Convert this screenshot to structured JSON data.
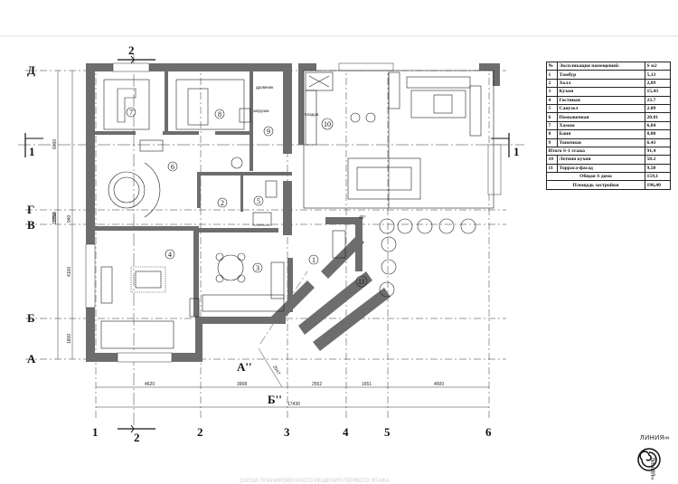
{
  "axes": {
    "letters": [
      "Д",
      "Г",
      "В",
      "Б",
      "А"
    ],
    "numbers": [
      "1",
      "2",
      "3",
      "4",
      "5",
      "6"
    ]
  },
  "section_marks": {
    "top": "2",
    "bottom": "2",
    "left": "1",
    "right": "1",
    "a_prime": "А''",
    "b_prime": "Б''"
  },
  "dims": {
    "left": [
      "6000",
      "1250",
      "940",
      "4100",
      "1800",
      "12590"
    ],
    "bottom": [
      "4620",
      "3908",
      "2552",
      "1651",
      "4500",
      "17430"
    ],
    "angle": "45°",
    "diag": "2047"
  },
  "labels": {
    "drainage": "дровяник",
    "loading": "загрузка",
    "pantry": "Кладов"
  },
  "rooms": [
    "1",
    "2",
    "3",
    "4",
    "5",
    "6",
    "7",
    "8",
    "9",
    "10",
    "11"
  ],
  "table": {
    "header": {
      "num": "№",
      "name": "Экспликация помещений:",
      "area": "S м2"
    },
    "rows": [
      {
        "num": "1",
        "name": "Тамбур",
        "area": "5,13"
      },
      {
        "num": "2",
        "name": "Холл",
        "area": "2,89"
      },
      {
        "num": "3",
        "name": "Кухня",
        "area": "15,43"
      },
      {
        "num": "4",
        "name": "Гостиная",
        "area": "23.7"
      },
      {
        "num": "5",
        "name": "Санузел",
        "area": "2.09"
      },
      {
        "num": "6",
        "name": "Помывочная",
        "area": "20.81"
      },
      {
        "num": "7",
        "name": "Хамам",
        "area": "6,84"
      },
      {
        "num": "8",
        "name": "Баня",
        "area": "8,08"
      },
      {
        "num": "9",
        "name": "Топочная",
        "area": "6.43"
      }
    ],
    "total_floor": {
      "label": "Итого S-1 этажа",
      "area": "91,4"
    },
    "extra_rows": [
      {
        "num": "10",
        "name": "Летняя кухня",
        "area": "58.2"
      },
      {
        "num": "11",
        "name": "Торраса-фасад",
        "area": "9,50"
      }
    ],
    "total_house": {
      "label": "Общая S дома",
      "area": "159,1"
    },
    "built_area": {
      "label": "Площадь застройки",
      "area": "196,40"
    }
  },
  "logo": {
    "text": "ЛИНИЯ∞",
    "text2": "ЛИНИЯ∞"
  },
  "footer": "СХЕМА ПЛАНИРОВОЧНОГО РЕШЕНИЯ ПЕРВОГО ЭТАЖА"
}
